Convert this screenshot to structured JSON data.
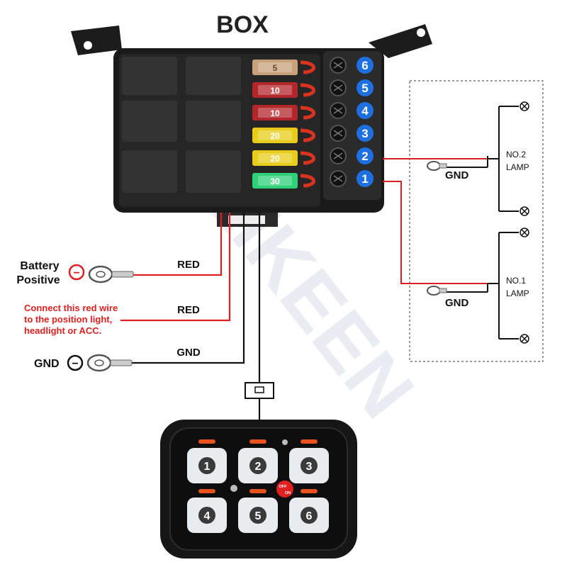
{
  "title": "BOX",
  "watermark": "APLIKEEN",
  "fuses": [
    {
      "rating": "5",
      "color": "#c9a27c"
    },
    {
      "rating": "10",
      "color": "#b3262a"
    },
    {
      "rating": "10",
      "color": "#b3262a"
    },
    {
      "rating": "20",
      "color": "#e8cc1a"
    },
    {
      "rating": "20",
      "color": "#e8cc1a"
    },
    {
      "rating": "30",
      "color": "#2fd07a"
    }
  ],
  "terminals": [
    "6",
    "5",
    "4",
    "3",
    "2",
    "1"
  ],
  "wires": {
    "red1": "RED",
    "red2": "RED",
    "gnd": "GND"
  },
  "battery": {
    "line1": "Battery",
    "line2": "Positive",
    "symbol": "−"
  },
  "note": {
    "line1": "Connect this red wire",
    "line2": "to the position light,",
    "line3": "headlight or ACC."
  },
  "ground": {
    "label": "GND",
    "symbol": "−"
  },
  "lamp2": {
    "gnd": "GND",
    "line1": "NO.2",
    "line2": "LAMP"
  },
  "lamp1": {
    "gnd": "GND",
    "line1": "NO.1",
    "line2": "LAMP"
  },
  "panel": {
    "buttons": [
      "1",
      "2",
      "3",
      "4",
      "5",
      "6"
    ],
    "power_top": "OFF",
    "power_bottom": "ON"
  },
  "colors": {
    "wire_red": "#e02020",
    "terminal_blue": "#1e6fe0",
    "note_red": "#e02020",
    "box": "#1c1c1c"
  }
}
